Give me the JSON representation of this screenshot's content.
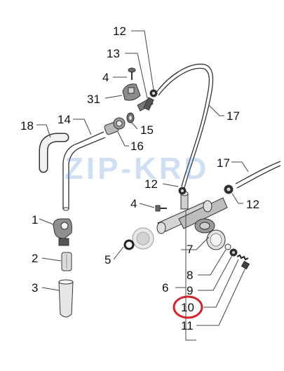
{
  "watermark": "ZIP-KRD",
  "colors": {
    "line": "#333333",
    "part_gray": "#8a8a8a",
    "part_light": "#cfcfcf",
    "highlight": "#d0242b",
    "watermark": "#5b8fd0"
  },
  "labels": {
    "l12a": "12",
    "l13": "13",
    "l4a": "4",
    "l31": "31",
    "l17a": "17",
    "l18": "18",
    "l14": "14",
    "l15": "15",
    "l16": "16",
    "l17b": "17",
    "l12b": "12",
    "l12c": "12",
    "l4b": "4",
    "l1": "1",
    "l5": "5",
    "l7": "7",
    "l2": "2",
    "l8": "8",
    "l3": "3",
    "l6": "6",
    "l9": "9",
    "l10": "10",
    "l11": "11"
  }
}
